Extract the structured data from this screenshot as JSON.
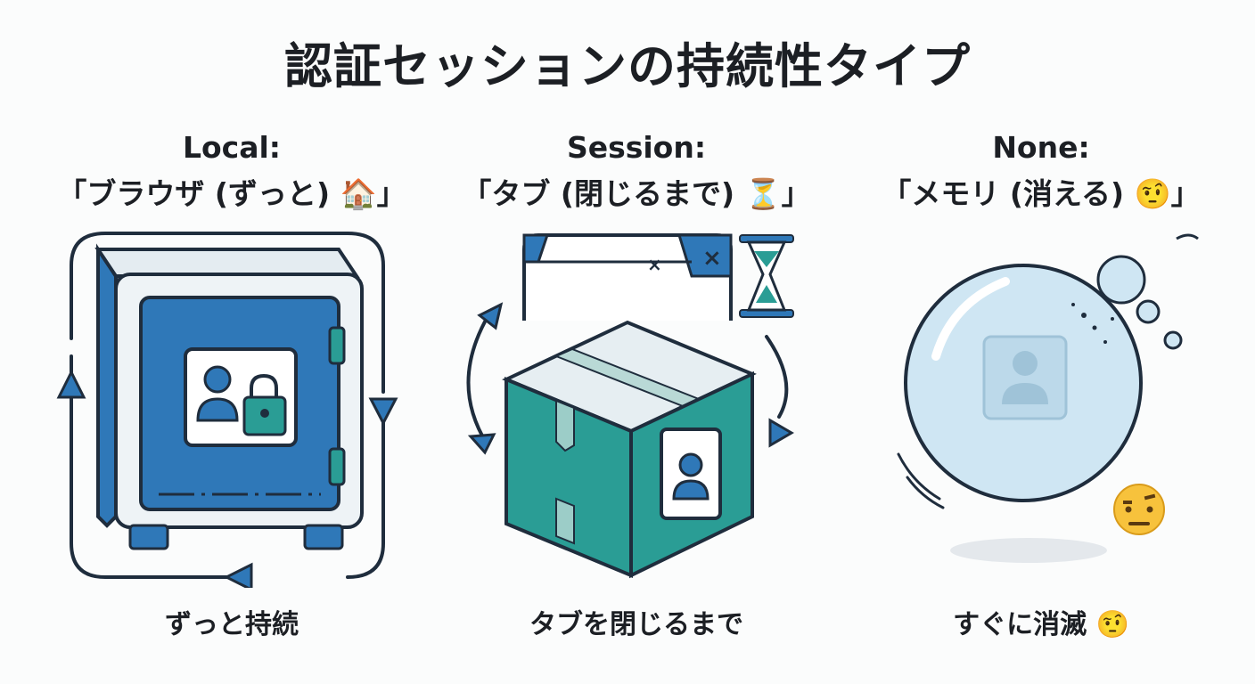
{
  "title": "認証セッションの持続性タイプ",
  "columns": [
    {
      "key": "local",
      "name": "Local:",
      "subtitle": "「ブラウザ (ずっと) 🏠」",
      "caption": "ずっと持続"
    },
    {
      "key": "session",
      "name": "Session:",
      "subtitle": "「タブ (閉じるまで) ⏳」",
      "caption": "タブを閉じるまで"
    },
    {
      "key": "none",
      "name": "None:",
      "subtitle": "「メモリ (消える) 🤨」",
      "caption": "すぐに消滅 🤨"
    }
  ],
  "colors": {
    "blue": "#2f78b8",
    "teal": "#2a9d95",
    "outline": "#1f2d3d",
    "bubble": "#cfe6f3"
  },
  "icons": [
    "home-emoji",
    "hourglass-emoji",
    "raised-eyebrow-emoji",
    "safe-icon",
    "user-lock-icon",
    "browser-window-icon",
    "box-icon",
    "hourglass-icon",
    "bubble-icon",
    "cycle-arrows-icon"
  ]
}
